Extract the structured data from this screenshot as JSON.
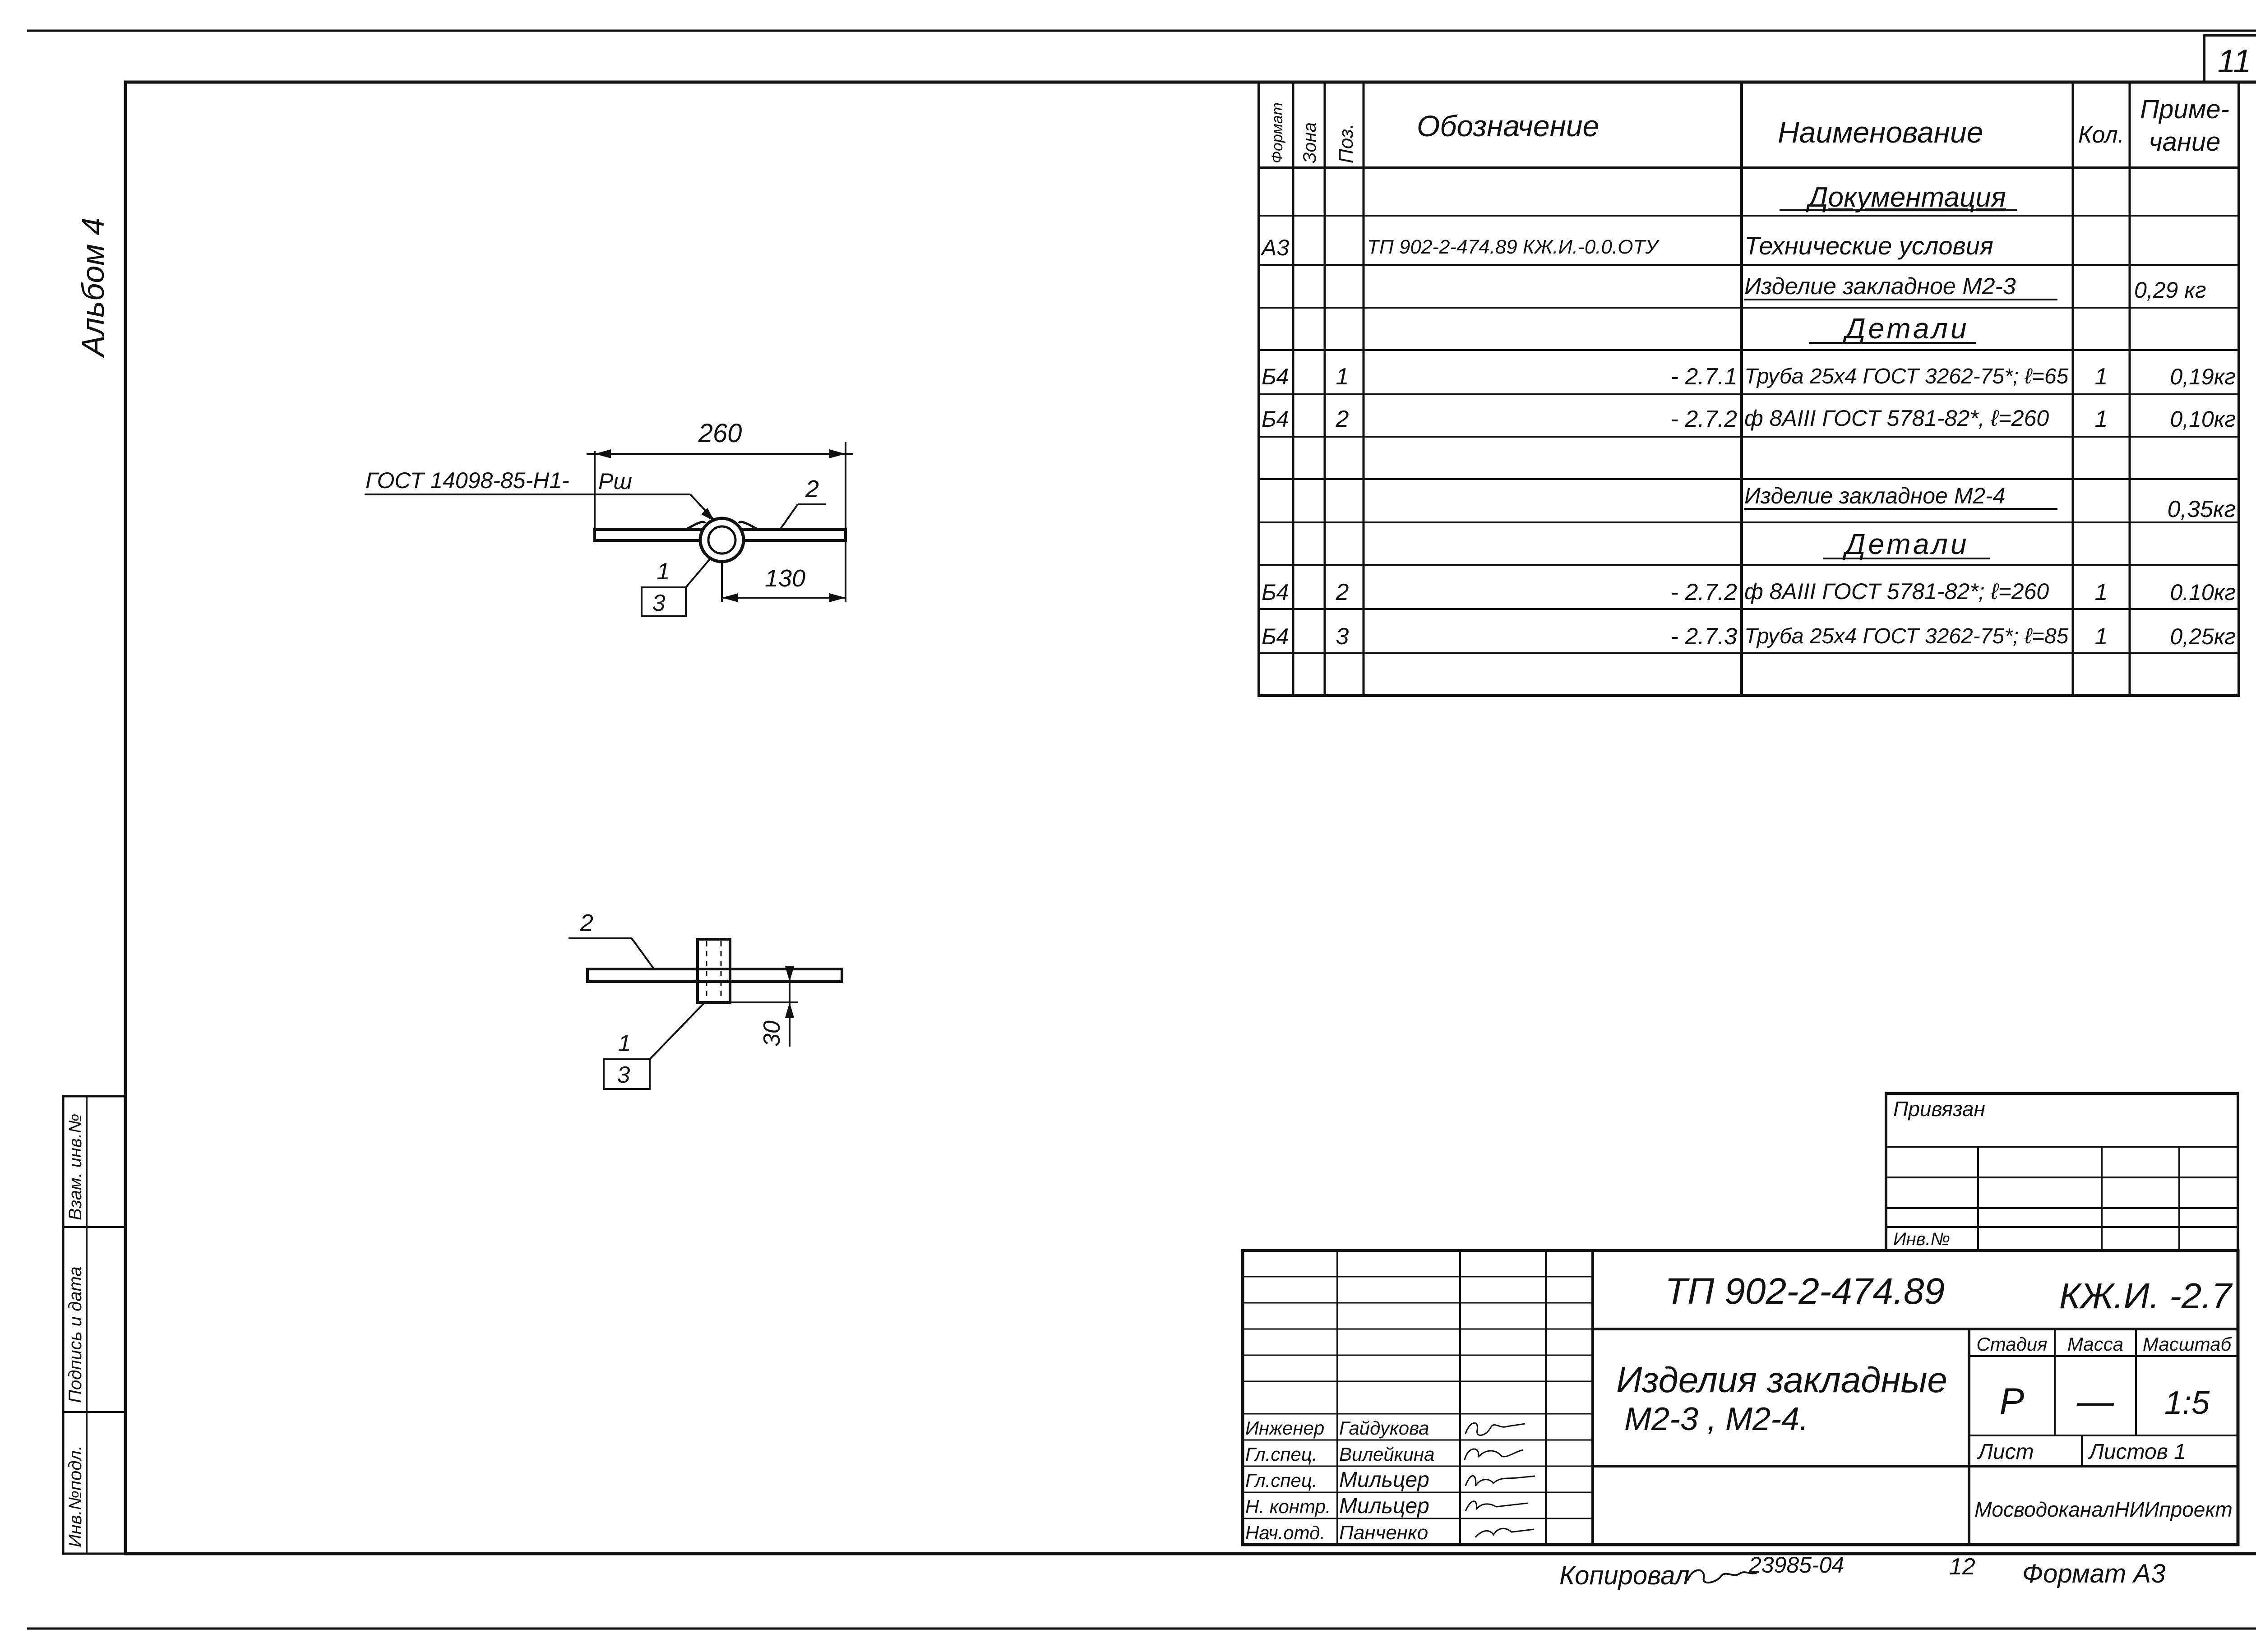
{
  "sheet_number": "11",
  "album_label": "Альбом 4",
  "side_stamp": [
    "Инв.№подл.",
    "Подпись и дата",
    "Взам. инв.№"
  ],
  "spec": {
    "headers": {
      "format": "Формат",
      "zone": "Зона",
      "pos": "Поз.",
      "designation": "Обозначение",
      "name": "Наименование",
      "qty": "Кол.",
      "note_line1": "Приме-",
      "note_line2": "чание"
    },
    "rows": [
      {
        "format": "",
        "pos": "",
        "designation": "",
        "name": "Документация",
        "qty": "",
        "note": ""
      },
      {
        "format": "А3",
        "pos": "",
        "designation": "ТП 902-2-474.89   КЖ.И.-0.0.ОТУ",
        "name": "Технические условия",
        "qty": "",
        "note": ""
      },
      {
        "format": "",
        "pos": "",
        "designation": "",
        "name": "Изделие закладное М2-3",
        "qty": "",
        "note": "0,29 кг"
      },
      {
        "format": "",
        "pos": "",
        "designation": "",
        "name": "Детали",
        "qty": "",
        "note": ""
      },
      {
        "format": "Б4",
        "pos": "1",
        "designation": "- 2.7.1",
        "name": "Труба 25х4 ГОСТ 3262-75*; ℓ=65",
        "qty": "1",
        "note": "0,19кг"
      },
      {
        "format": "Б4",
        "pos": "2",
        "designation": "- 2.7.2",
        "name": "ф 8АIII ГОСТ 5781-82*, ℓ=260",
        "qty": "1",
        "note": "0,10кг"
      },
      {
        "format": "",
        "pos": "",
        "designation": "",
        "name": "",
        "qty": "",
        "note": ""
      },
      {
        "format": "",
        "pos": "",
        "designation": "",
        "name": "Изделие закладное М2-4",
        "qty": "",
        "note": "0,35кг"
      },
      {
        "format": "",
        "pos": "",
        "designation": "",
        "name": "Детали",
        "qty": "",
        "note": ""
      },
      {
        "format": "Б4",
        "pos": "2",
        "designation": "- 2.7.2",
        "name": "ф 8АIII ГОСТ 5781-82*; ℓ=260",
        "qty": "1",
        "note": "0.10кг"
      },
      {
        "format": "Б4",
        "pos": "3",
        "designation": "- 2.7.3",
        "name": "Труба 25х4 ГОСТ 3262-75*; ℓ=85",
        "qty": "1",
        "note": "0,25кг"
      }
    ]
  },
  "drawing_top": {
    "weld_label": "ГОСТ 14098-85-Н1-",
    "weld_type": "Рш",
    "dim_overall": "260",
    "dim_half": "130",
    "callout_2": "2",
    "callout_1": "1",
    "callout_3": "3"
  },
  "drawing_bottom": {
    "callout_2": "2",
    "callout_1": "1",
    "callout_3": "3",
    "dim_offset": "30"
  },
  "binding_box": {
    "title": "Привязан",
    "inv_label": "Инв.№"
  },
  "title_block": {
    "doc_code": "ТП 902-2-474.89",
    "sheet_code": "КЖ.И. -2.7",
    "title_line1": "Изделия закладные",
    "title_line2": "М2-3 , М2-4.",
    "stage_header": "Стадия",
    "mass_header": "Масса",
    "scale_header": "Масштаб",
    "stage": "Р",
    "mass": "—",
    "scale": "1:5",
    "sheet_label": "Лист",
    "sheets_label": "Листов 1",
    "organization": "МосводоканалНИИпроект",
    "staff": [
      {
        "role": "Инженер",
        "name": "Гайдукова"
      },
      {
        "role": "Гл.спец.",
        "name": "Вилейкина"
      },
      {
        "role": "Гл.спец.",
        "name": "Мильцер"
      },
      {
        "role": "Н. контр.",
        "name": "Мильцер"
      },
      {
        "role": "Нач.отд.",
        "name": "Панченко"
      }
    ]
  },
  "footer": {
    "copied": "Копировал",
    "order": "23985-04",
    "page": "12",
    "format": "Формат А3"
  }
}
